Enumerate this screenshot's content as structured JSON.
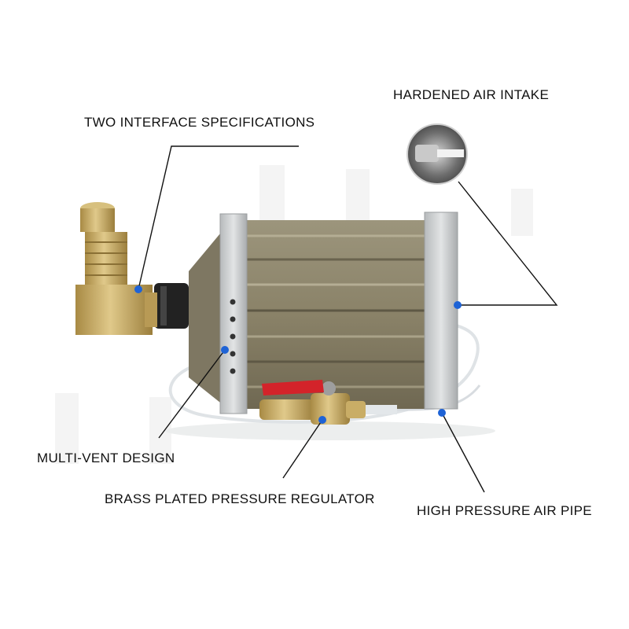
{
  "callouts": {
    "interface": "TWO INTERFACE SPECIFICATIONS",
    "intake": "HARDENED AIR INTAKE",
    "vent": "MULTI-VENT DESIGN",
    "regulator": "BRASS PLATED PRESSURE REGULATOR",
    "pipe": "HIGH PRESSURE AIR PIPE"
  },
  "colors": {
    "marker": "#1e63d6",
    "body": "#8a8268",
    "frame": "#c9ccce",
    "brass": "#c2a55a",
    "handle": "#d3232a"
  }
}
